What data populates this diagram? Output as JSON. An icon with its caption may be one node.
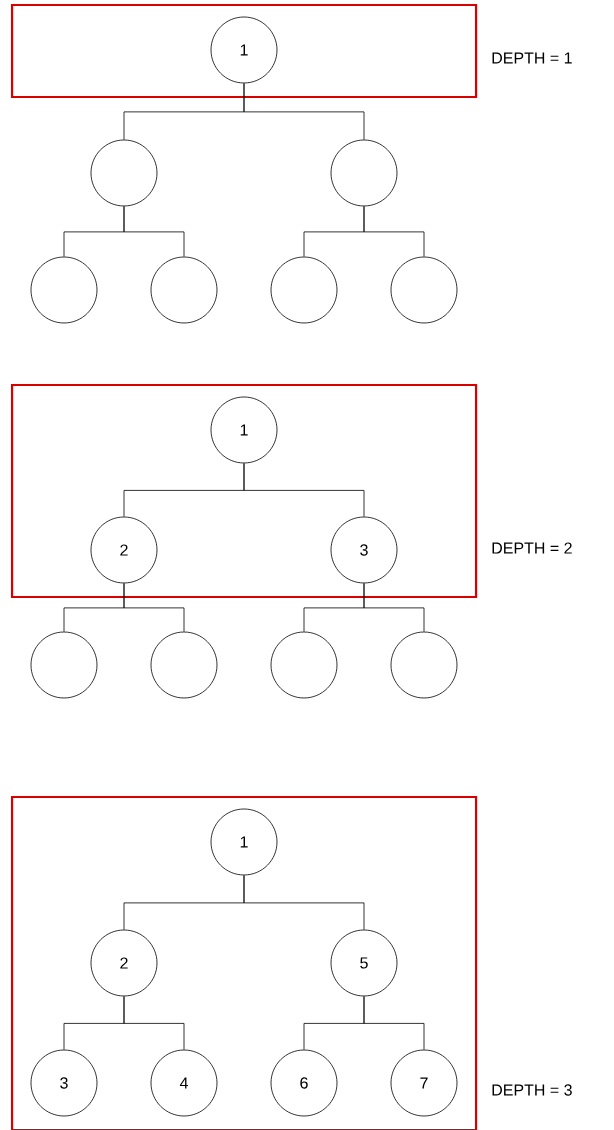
{
  "diagram": {
    "nodes": [
      {
        "text": [],
        "shape": "box",
        "beside": [
          "DEPTH = 1"
        ]
      },
      {
        "text": [
          "1"
        ],
        "in": 0
      },
      {
        "text": [],
        "shape": "circle"
      },
      {
        "text": [],
        "shape": "circle"
      },
      {
        "text": [],
        "shape": "circle"
      },
      {
        "text": [],
        "shape": "circle"
      },
      {
        "text": [],
        "shape": "circle"
      },
      {
        "text": [],
        "shape": "circle"
      },
      {
        "text": [],
        "shape": "box",
        "beside": [
          "DEPTH = 2"
        ]
      },
      {
        "text": [
          "1"
        ],
        "in": 8
      },
      {
        "text": [
          "2"
        ],
        "in": 8
      },
      {
        "text": [
          "3"
        ],
        "in": 8
      },
      {
        "text": [],
        "shape": "circle"
      },
      {
        "text": [],
        "shape": "circle"
      },
      {
        "text": [],
        "shape": "circle"
      },
      {
        "text": [],
        "shape": "circle"
      },
      {
        "text": [],
        "shape": "box",
        "beside": [
          "DEPTH = 3"
        ]
      },
      {
        "text": [
          "1"
        ],
        "in": 16
      },
      {
        "text": [
          "2"
        ],
        "in": 16
      },
      {
        "text": [
          "5"
        ],
        "in": 16
      },
      {
        "text": [
          "3"
        ],
        "in": 16
      },
      {
        "text": [
          "4"
        ],
        "in": 16
      },
      {
        "text": [
          "6"
        ],
        "in": 16
      },
      {
        "text": [
          "7"
        ],
        "in": 16
      }
    ],
    "edges": [
      {
        "from": 1,
        "to": 2,
        "arrow": "none"
      },
      {
        "from": 1,
        "to": 3,
        "arrow": "none"
      },
      {
        "from": 2,
        "to": 4,
        "arrow": "none"
      },
      {
        "from": 2,
        "to": 5,
        "arrow": "none"
      },
      {
        "from": 3,
        "to": 6,
        "arrow": "none"
      },
      {
        "from": 3,
        "to": 7,
        "arrow": "none"
      },
      {
        "from": 9,
        "to": 10,
        "arrow": "none"
      },
      {
        "from": 9,
        "to": 11,
        "arrow": "none"
      },
      {
        "from": 10,
        "to": 12,
        "arrow": "none"
      },
      {
        "from": 10,
        "to": 13,
        "arrow": "none"
      },
      {
        "from": 11,
        "to": 14,
        "arrow": "none"
      },
      {
        "from": 11,
        "to": 15,
        "arrow": "none"
      },
      {
        "from": 17,
        "to": 18,
        "arrow": "none"
      },
      {
        "from": 17,
        "to": 19,
        "arrow": "none"
      },
      {
        "from": 18,
        "to": 20,
        "arrow": "none"
      },
      {
        "from": 18,
        "to": 21,
        "arrow": "none"
      },
      {
        "from": 19,
        "to": 22,
        "arrow": "none"
      },
      {
        "from": 19,
        "to": 23,
        "arrow": "none"
      }
    ]
  }
}
